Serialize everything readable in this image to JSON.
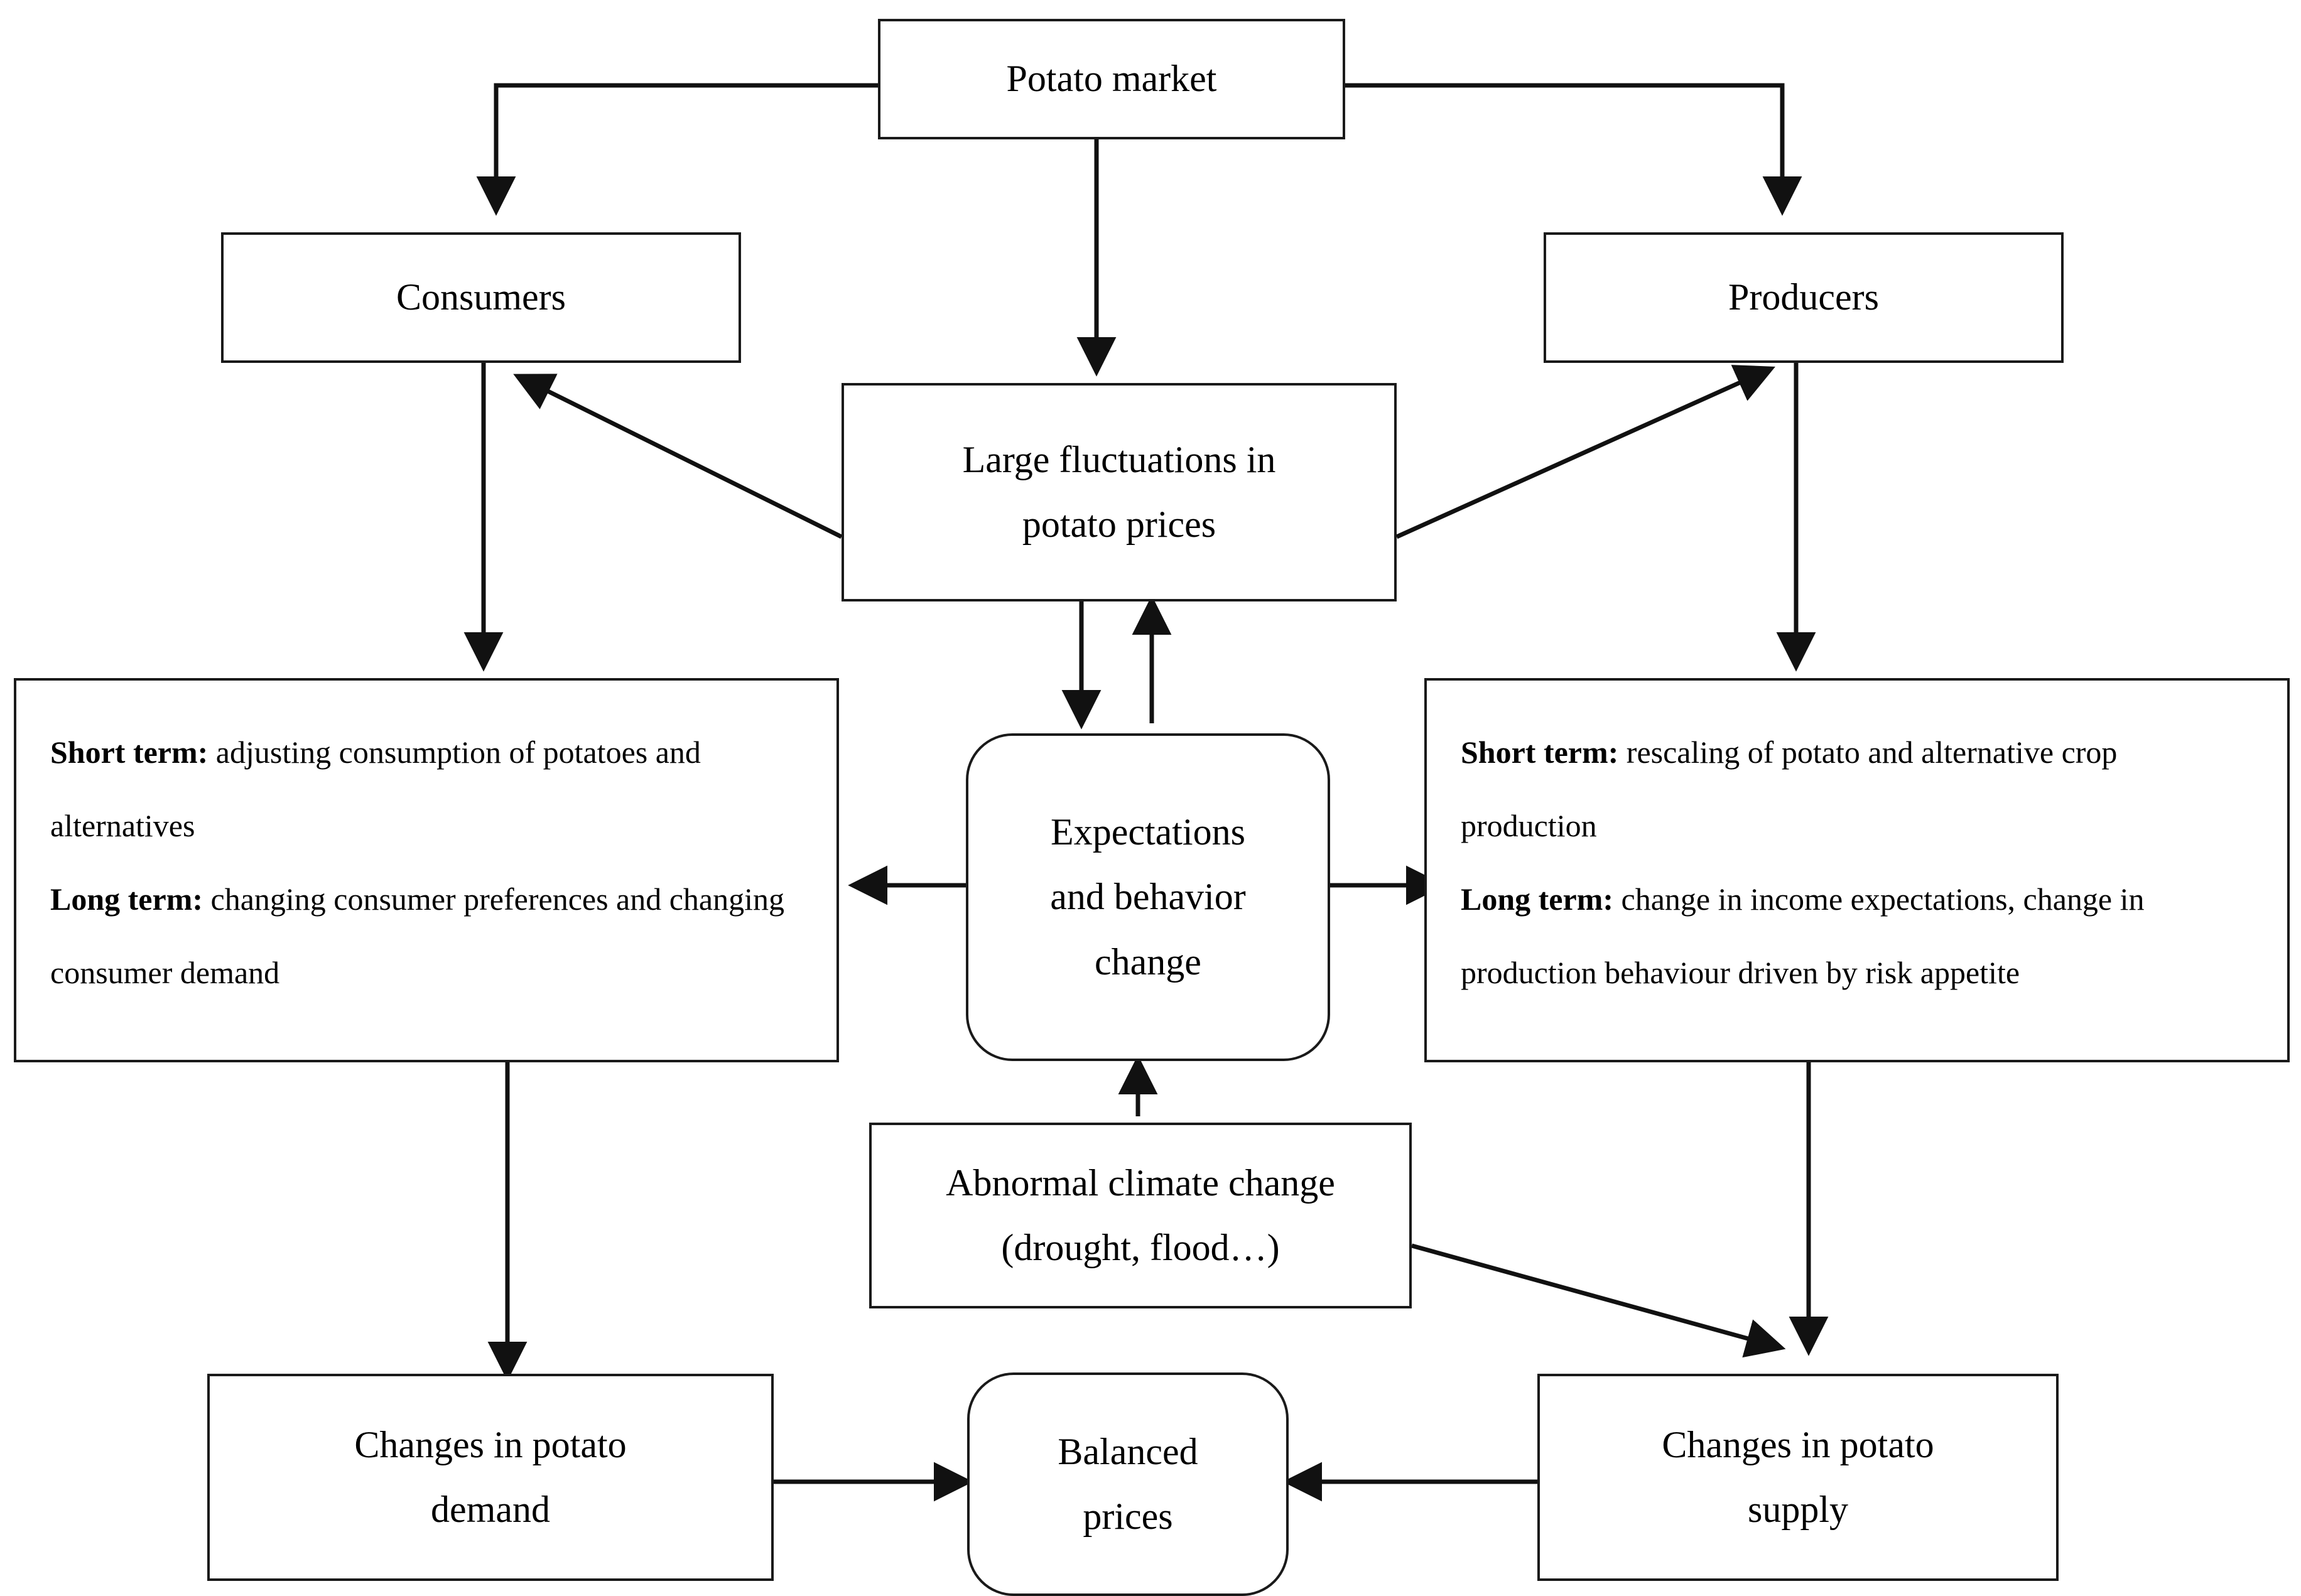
{
  "diagram": {
    "title": "Potato market feedback diagram",
    "colors": {
      "stroke": "#1a1a1a",
      "fill": "#ffffff",
      "text": "#000000"
    },
    "nodes": {
      "potato_market": {
        "label": "Potato market"
      },
      "consumers": {
        "label": "Consumers"
      },
      "producers": {
        "label": "Producers"
      },
      "fluctuations_line1": {
        "label": "Large fluctuations in"
      },
      "fluctuations_line2": {
        "label": "potato prices"
      },
      "expectations_line1": {
        "label": "Expectations"
      },
      "expectations_line2": {
        "label": "and behavior"
      },
      "expectations_line3": {
        "label": "change"
      },
      "consumer_panel": {
        "short_label": "Short term:",
        "short_text": " adjusting consumption of potatoes and alternatives",
        "long_label": "Long term:",
        "long_text": " changing consumer preferences and changing consumer demand"
      },
      "producer_panel": {
        "short_label": "Short term:",
        "short_text": " rescaling of potato and alternative crop production",
        "long_label": "Long term:",
        "long_text": " change in income expectations, change in production behaviour driven by risk appetite"
      },
      "climate_line1": {
        "label": "Abnormal climate change"
      },
      "climate_line2": {
        "label": "(drought, flood…)"
      },
      "demand_line1": {
        "label": "Changes in potato"
      },
      "demand_line2": {
        "label": "demand"
      },
      "balanced_line1": {
        "label": "Balanced"
      },
      "balanced_line2": {
        "label": "prices"
      },
      "supply_line1": {
        "label": "Changes in potato"
      },
      "supply_line2": {
        "label": "supply"
      }
    },
    "edges": [
      {
        "from": "potato_market",
        "to": "consumers",
        "style": "elbow-left-down"
      },
      {
        "from": "potato_market",
        "to": "producers",
        "style": "elbow-right-down"
      },
      {
        "from": "potato_market",
        "to": "fluctuations",
        "style": "straight-down"
      },
      {
        "from": "fluctuations",
        "to": "consumers",
        "style": "diagonal-up-left"
      },
      {
        "from": "fluctuations",
        "to": "producers",
        "style": "diagonal-up-right"
      },
      {
        "from": "consumers",
        "to": "consumer_panel",
        "style": "straight-down"
      },
      {
        "from": "producers",
        "to": "producer_panel",
        "style": "straight-down"
      },
      {
        "from": "fluctuations",
        "to": "expectations",
        "style": "straight-down"
      },
      {
        "from": "expectations",
        "to": "fluctuations",
        "style": "straight-up"
      },
      {
        "from": "expectations",
        "to": "consumer_panel",
        "style": "straight-left"
      },
      {
        "from": "expectations",
        "to": "producer_panel",
        "style": "straight-right"
      },
      {
        "from": "climate",
        "to": "expectations",
        "style": "straight-up"
      },
      {
        "from": "climate",
        "to": "supply",
        "style": "diagonal-down-right"
      },
      {
        "from": "consumer_panel",
        "to": "demand",
        "style": "straight-down"
      },
      {
        "from": "producer_panel",
        "to": "supply",
        "style": "straight-down"
      },
      {
        "from": "demand",
        "to": "balanced",
        "style": "straight-right"
      },
      {
        "from": "supply",
        "to": "balanced",
        "style": "straight-left"
      }
    ]
  }
}
